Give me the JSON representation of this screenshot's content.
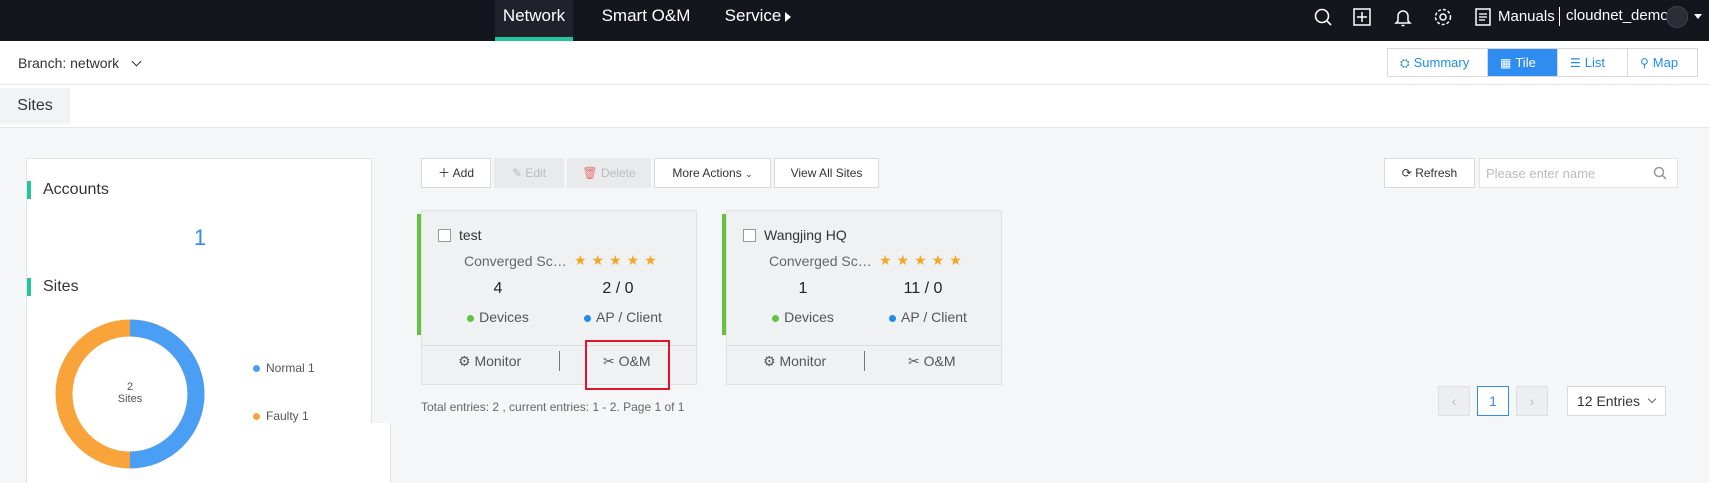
{
  "topnav": {
    "tabs": [
      {
        "label": "Network",
        "active": true
      },
      {
        "label": "Smart O&M",
        "active": false
      },
      {
        "label": "Service",
        "active": false
      }
    ],
    "manuals": "Manuals",
    "user": "cloudnet_demo"
  },
  "branch": {
    "label": "Branch:",
    "value": "network"
  },
  "views": {
    "summary": "Summary",
    "tile": "Tile",
    "list": "List",
    "map": "Map",
    "active": "Tile"
  },
  "page_tab": "Sites",
  "left_panel": {
    "accounts_title": "Accounts",
    "accounts_count": "1",
    "sites_title": "Sites",
    "donut_total": "2",
    "donut_total_label": "Sites",
    "legend": [
      {
        "label": "Normal",
        "count": "1",
        "color": "#4a9ff5"
      },
      {
        "label": "Faulty",
        "count": "1",
        "color": "#f9a43a"
      }
    ]
  },
  "toolbar": {
    "add": "Add",
    "edit": "Edit",
    "delete": "Delete",
    "more_actions": "More Actions",
    "view_all": "View All Sites",
    "refresh": "Refresh",
    "search_placeholder": "Please enter name"
  },
  "sites": [
    {
      "name": "test",
      "scene": "Converged Scenario",
      "rating": 5,
      "devices": "4",
      "ap_client": "2 / 0",
      "devices_label": "Devices",
      "ap_client_label": "AP / Client",
      "monitor": "Monitor",
      "om": "O&M"
    },
    {
      "name": "Wangjing HQ",
      "scene": "Converged Scenario",
      "rating": 5,
      "devices": "1",
      "ap_client": "11 / 0",
      "devices_label": "Devices",
      "ap_client_label": "AP / Client",
      "monitor": "Monitor",
      "om": "O&M"
    }
  ],
  "pagination": {
    "summary": "Total entries: 2 , current entries: 1 - 2. Page 1 of 1",
    "current_page": "1",
    "prev": "‹",
    "next": "›",
    "page_size": "12 Entries"
  },
  "colors": {
    "accent": "#23c4a0",
    "primary": "#2f8cf0",
    "star": "#f5a623",
    "online": "#63c240",
    "highlight": "#e0142b"
  }
}
